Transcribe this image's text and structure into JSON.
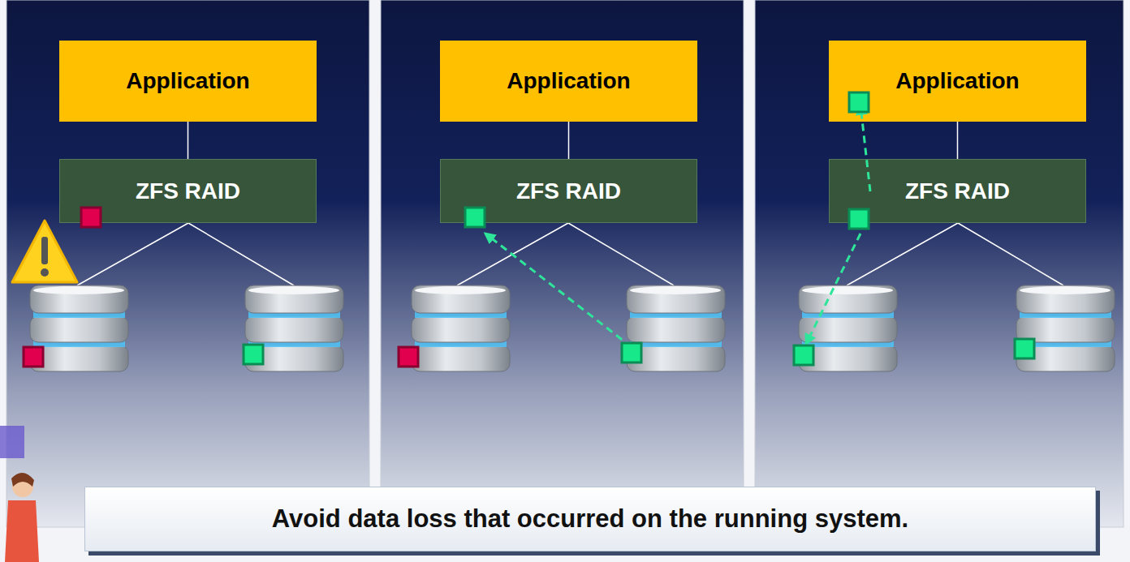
{
  "diagram": {
    "caption": "Avoid data loss that occurred on the running system.",
    "nodes": [
      {
        "text": [
          "Application"
        ]
      },
      {
        "text": [
          "ZFS RAID"
        ]
      },
      {
        "text": [
          "Application"
        ]
      },
      {
        "text": [
          "ZFS RAID"
        ]
      },
      {
        "text": [
          "Application"
        ]
      },
      {
        "text": [
          "ZFS RAID"
        ]
      }
    ],
    "edges": [
      {
        "from": 0,
        "to": 1,
        "arrow": "none"
      },
      {
        "from": 2,
        "to": 3,
        "arrow": "none"
      },
      {
        "from": 4,
        "to": 5,
        "arrow": "none"
      }
    ]
  }
}
